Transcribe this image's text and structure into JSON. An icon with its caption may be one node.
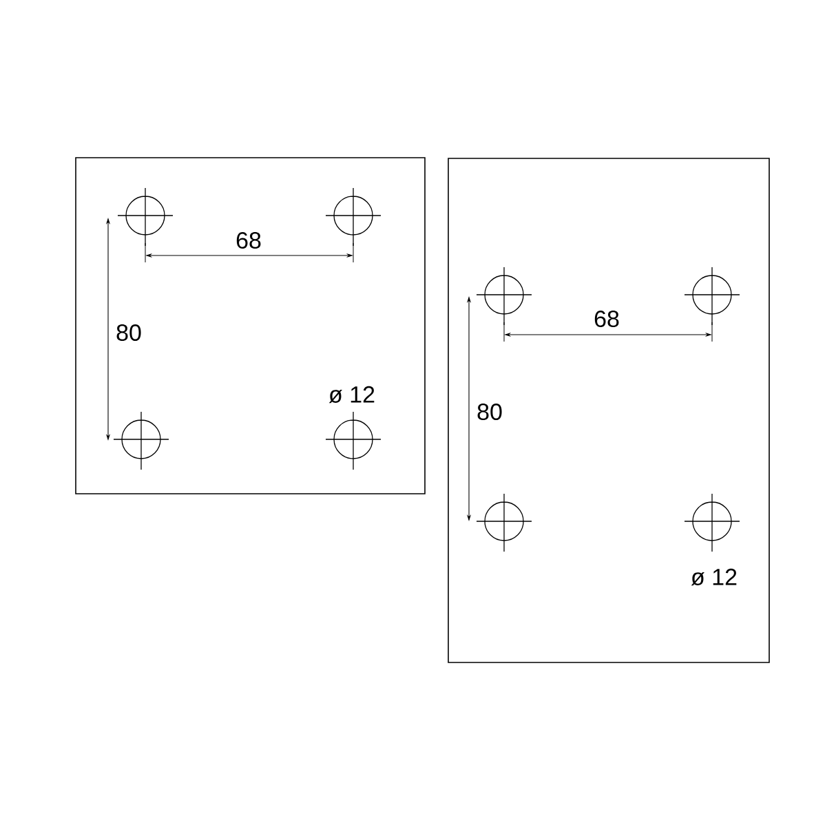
{
  "diagram": {
    "labels": [
      "68",
      "80",
      "ø 12",
      "68",
      "80",
      "ø 12"
    ]
  }
}
